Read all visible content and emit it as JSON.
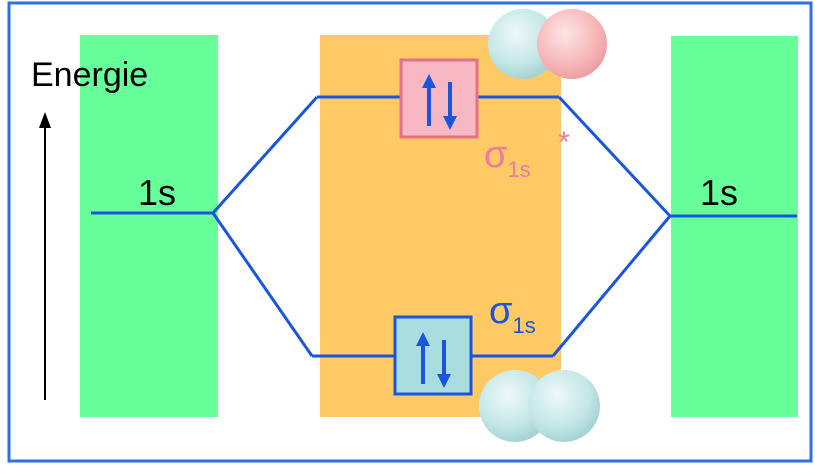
{
  "energy_label": "Energie",
  "left_orbital_label": "1s",
  "right_orbital_label": "1s",
  "antibonding": {
    "symbol": "σ",
    "subscript": "1s",
    "star": "*",
    "electrons": "up-down-pair"
  },
  "bonding": {
    "symbol": "σ",
    "subscript": "1s",
    "electrons": "up-down-pair"
  },
  "colors": {
    "border": "#2f6fe0",
    "atomic_panel": "#66ff99",
    "molecular_panel": "#ffc966",
    "level_line": "#1a55e0",
    "antibonding_box": "#f7b8c4",
    "antibonding_text": "#f07a9a",
    "bonding_box": "#a9dde0",
    "orbital_sphere": "#c6e9e9",
    "antibonding_sphere": "#f7b5b8"
  }
}
